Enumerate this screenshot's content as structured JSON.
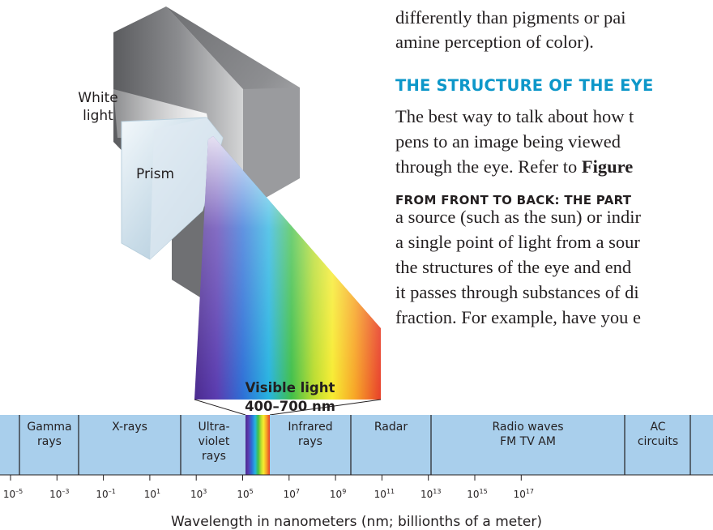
{
  "figure": {
    "labels": {
      "white_light": "White light",
      "prism": "Prism",
      "visible_light_title": "Visible light",
      "visible_light_range": "400–700 nm"
    },
    "bands": [
      {
        "name": "Gamma rays"
      },
      {
        "name": "X-rays"
      },
      {
        "name": "Ultra-violet rays"
      },
      {
        "name": "Visible light"
      },
      {
        "name": "Infrared rays"
      },
      {
        "name": "Radar"
      },
      {
        "name": "Radio waves FM TV AM"
      },
      {
        "name": "AC circuits"
      }
    ],
    "band_labels": {
      "gamma": [
        "Gamma",
        "rays"
      ],
      "xrays": "X-rays",
      "uv": [
        "Ultra-",
        "violet",
        "rays"
      ],
      "infrared": [
        "Infrared",
        "rays"
      ],
      "radar": "Radar",
      "radio": [
        "Radio waves",
        "FM TV AM"
      ],
      "ac": [
        "AC",
        "circuits"
      ]
    },
    "ticks": [
      {
        "base": "10",
        "exp": "–5"
      },
      {
        "base": "10",
        "exp": "–3"
      },
      {
        "base": "10",
        "exp": "–1"
      },
      {
        "base": "10",
        "exp": "1"
      },
      {
        "base": "10",
        "exp": "3"
      },
      {
        "base": "10",
        "exp": "5"
      },
      {
        "base": "10",
        "exp": "7"
      },
      {
        "base": "10",
        "exp": "9"
      },
      {
        "base": "10",
        "exp": "11"
      },
      {
        "base": "10",
        "exp": "13"
      },
      {
        "base": "10",
        "exp": "15"
      },
      {
        "base": "10",
        "exp": "17"
      }
    ],
    "axis_label": "Wavelength in nanometers (nm; billionths of a meter)"
  },
  "text": {
    "lines_top": [
      "differently than pigments or pai",
      "amine perception of color)."
    ],
    "heading": "THE STRUCTURE OF THE EYE",
    "paragraph1": [
      "The best way to talk about how t",
      "pens to an image being viewed",
      "through the eye. Refer to "
    ],
    "figure_ref": "Figure",
    "subheading": "FROM FRONT TO BACK: THE PART",
    "paragraph2": [
      "a source (such as the sun) or indir",
      "a single point of light from a sour",
      "the structures of the eye and end",
      "it passes through substances of di",
      "fraction. For example, have you e"
    ]
  },
  "colors": {
    "heading": "#0d97c9",
    "spectrum_band": "#a9cfec",
    "wall": "#7a7b7e"
  }
}
